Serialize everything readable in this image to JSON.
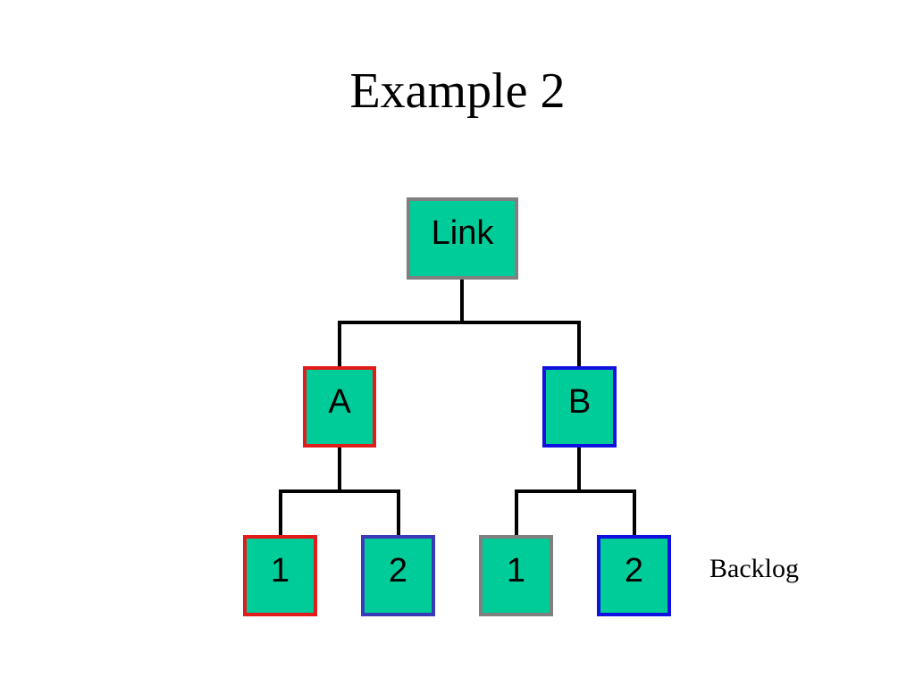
{
  "slide": {
    "title": "Example 2"
  },
  "colors": {
    "node_fill": "#00cc99",
    "connector": "#000000",
    "border_gray": "#808080",
    "border_red": "#e31b1b",
    "border_blue": "#1010e0",
    "border_slate_blue": "#3a3ab8"
  },
  "tree": {
    "root": {
      "label": "Link",
      "border_color": "#808080"
    },
    "children": [
      {
        "label": "A",
        "border_color": "#e31b1b",
        "children": [
          {
            "label": "1",
            "border_color": "#e31b1b"
          },
          {
            "label": "2",
            "border_color": "#3a3ab8"
          }
        ]
      },
      {
        "label": "B",
        "border_color": "#1010e0",
        "children": [
          {
            "label": "1",
            "border_color": "#808080"
          },
          {
            "label": "2",
            "border_color": "#1010e0"
          }
        ]
      }
    ]
  },
  "annotation": {
    "backlog_label": "Backlog"
  }
}
